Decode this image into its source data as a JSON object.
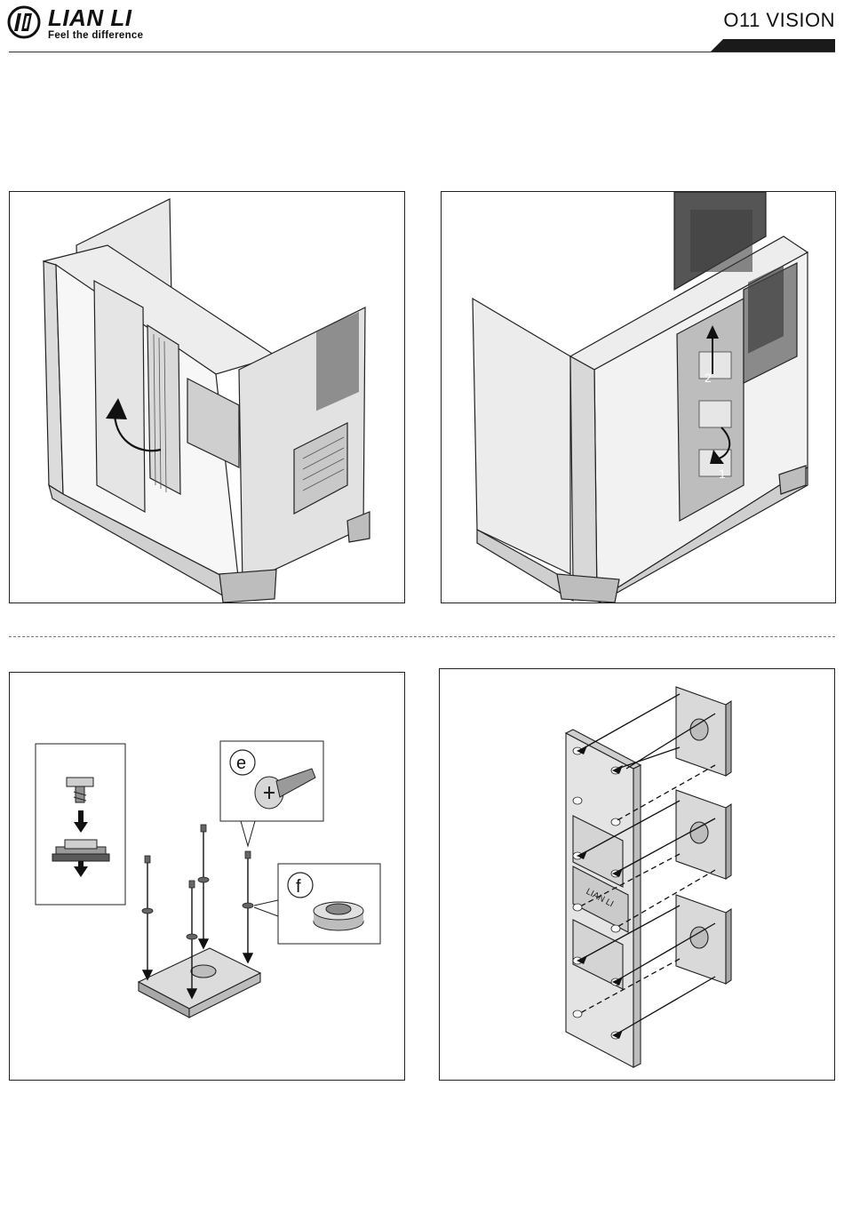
{
  "header": {
    "brand": "LIAN LI",
    "tagline": "Feel the difference",
    "model": "O11 VISION"
  },
  "step1": {
    "panel_a": {
      "arrow": "curved-arrow"
    },
    "panel_b": {
      "label_1": "1",
      "label_2": "2"
    }
  },
  "step2": {
    "panel_c": {
      "label_e": "e",
      "label_f": "f"
    },
    "panel_d": {
      "bracket_label": "LIAN LI"
    }
  },
  "colors": {
    "line": "#222222",
    "fill_light": "#e6e6e6",
    "fill_mid": "#bdbdbd",
    "fill_dark": "#4a4a4a"
  }
}
